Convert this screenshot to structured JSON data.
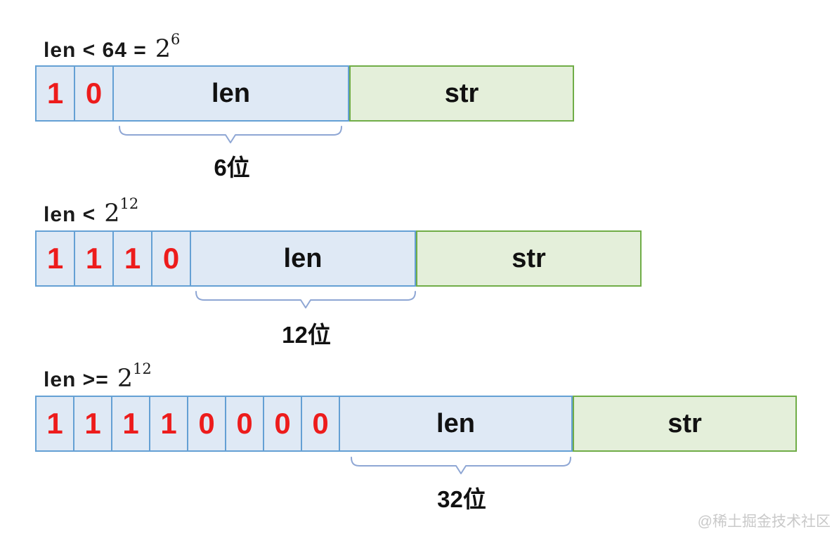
{
  "diagram_title": "string length-prefix encoding",
  "rows": [
    {
      "heading": {
        "prefix": "len < 64 =",
        "base": "2",
        "exp": "6"
      },
      "bits": [
        "1",
        "0"
      ],
      "len_label": "len",
      "str_label": "str",
      "brace_label": "6位"
    },
    {
      "heading": {
        "prefix": "len <",
        "base": "2",
        "exp": "12"
      },
      "bits": [
        "1",
        "1",
        "1",
        "0"
      ],
      "len_label": "len",
      "str_label": "str",
      "brace_label": "12位"
    },
    {
      "heading": {
        "prefix": "len >=",
        "base": "2",
        "exp": "12"
      },
      "bits": [
        "1",
        "1",
        "1",
        "1",
        "0",
        "0",
        "0",
        "0"
      ],
      "len_label": "len",
      "str_label": "str",
      "brace_label": "32位"
    }
  ],
  "watermark": "@稀土掘金技术社区",
  "colors": {
    "blue_border": "#64a0d4",
    "blue_fill": "#dfe9f5",
    "green_border": "#70ad47",
    "green_fill": "#e4efda",
    "bit_digit": "#ed1c1c",
    "brace": "#8ea6d4",
    "heading": "#1a1a1a",
    "watermark": "#c9c9c9"
  }
}
